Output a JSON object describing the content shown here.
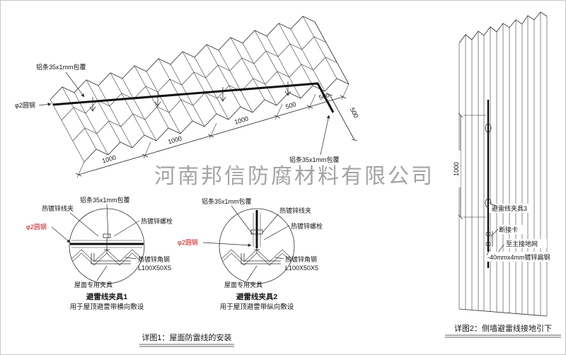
{
  "page": {
    "background": "#ffffff",
    "border_color": "#c8c8c8"
  },
  "colors": {
    "line": "#2b2b2b",
    "red": "#c41414",
    "watermark": "#8e8e8e"
  },
  "watermark": "河南邦信防腐材料有限公司",
  "fig1": {
    "caption": "详图1：屋面防雷线的安装",
    "roof": {
      "label_alu_top": "铝条35x1mm包覆",
      "label_steel": "φ2圆钢",
      "label_alu_right": "铝条35x1mm包覆",
      "dims": [
        "1000",
        "1000",
        "1000",
        "500",
        "500"
      ],
      "dim_right": "500"
    },
    "detail1": {
      "title": "避雷线夹具1",
      "subtitle": "用于屋顶避雷带横向敷设",
      "label_clip": "热镀锌线夹",
      "label_alu": "铝条35x1mm包覆",
      "label_bolt": "热镀锌螺栓",
      "label_steel": "φ2圆钢",
      "label_angle": "热镀锌角钢",
      "label_angle_spec": "L100X50X5",
      "label_fixture": "屋面专用夹具"
    },
    "detail2": {
      "title": "避雷线夹具2",
      "subtitle": "用于屋顶避雷带纵向敷设",
      "label_clip": "热镀锌线夹",
      "label_alu": "铝条35x1mm包覆",
      "label_bolt": "热镀锌螺栓",
      "label_steel": "φ2圆钢",
      "label_angle": "热镀锌角钢",
      "label_angle_spec": "L100X50X5",
      "label_fixture": "屋面专用夹具"
    }
  },
  "fig2": {
    "caption": "详图2：侧墙避雷线接地引下",
    "dim": "1000",
    "label_clamp": "避雷线夹具3",
    "label_disconnect": "断接卡",
    "label_to_ground": "至主接地网",
    "label_flat_steel": "-40mmx4mm镀锌扁钢"
  }
}
